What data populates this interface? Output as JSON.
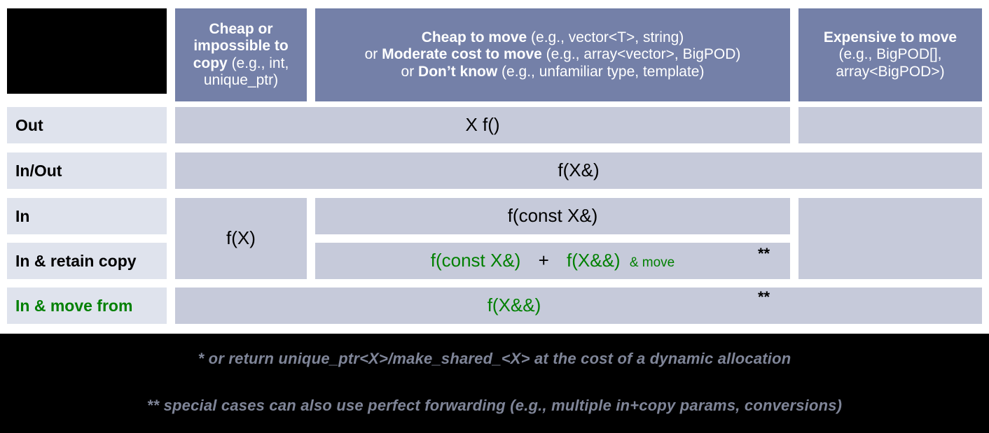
{
  "colors": {
    "header_fill": "#7480a8",
    "header_text": "#ffffff",
    "row_label_fill": "#dfe3ed",
    "cell_fill": "#c6cada",
    "accent_green": "#008000",
    "footnote_text": "#7f8598",
    "band_black": "#000000"
  },
  "header": {
    "corner": "",
    "col_cheap_copy": {
      "strong": "Cheap or impossible to copy",
      "rest": " (e.g., int, unique_ptr)"
    },
    "col_cheap_move": {
      "line1_strong": "Cheap to move",
      "line1_rest": " (e.g., vector<T>, string)",
      "line2_prefix": "or ",
      "line2_strong": "Moderate cost to move",
      "line2_rest": " (e.g., array<vector>, BigPOD)",
      "line3_prefix": "or ",
      "line3_strong": "Don’t know",
      "line3_rest": " (e.g., unfamiliar type, template)"
    },
    "col_expensive_move": {
      "strong": "Expensive to move",
      "line2": "(e.g., BigPOD[],",
      "line3": "array<BigPOD>)"
    }
  },
  "rows": [
    {
      "label": "Out",
      "label_color": "#000000"
    },
    {
      "label": "In/Out",
      "label_color": "#000000"
    },
    {
      "label": "In",
      "label_color": "#000000"
    },
    {
      "label": "In & retain copy",
      "label_color": "#000000"
    },
    {
      "label": "In & move from",
      "label_color": "#008000"
    }
  ],
  "cells": {
    "out_signature": "X f()",
    "inout_signature": "f(X&)",
    "in_cheap_copy_signature": "f(X)",
    "in_signature": "f(const X&)",
    "retain_copy_a": "f(const X&)",
    "retain_copy_plus": "+",
    "retain_copy_b": "f(X&&)",
    "retain_copy_suffix": "& move",
    "move_from_signature": "f(X&&)",
    "star_marker": "**"
  },
  "footnotes": {
    "one": "* or return unique_ptr<X>/make_shared_<X> at the cost of a dynamic allocation",
    "two": "** special cases can also use perfect forwarding (e.g., multiple in+copy params, conversions)"
  }
}
